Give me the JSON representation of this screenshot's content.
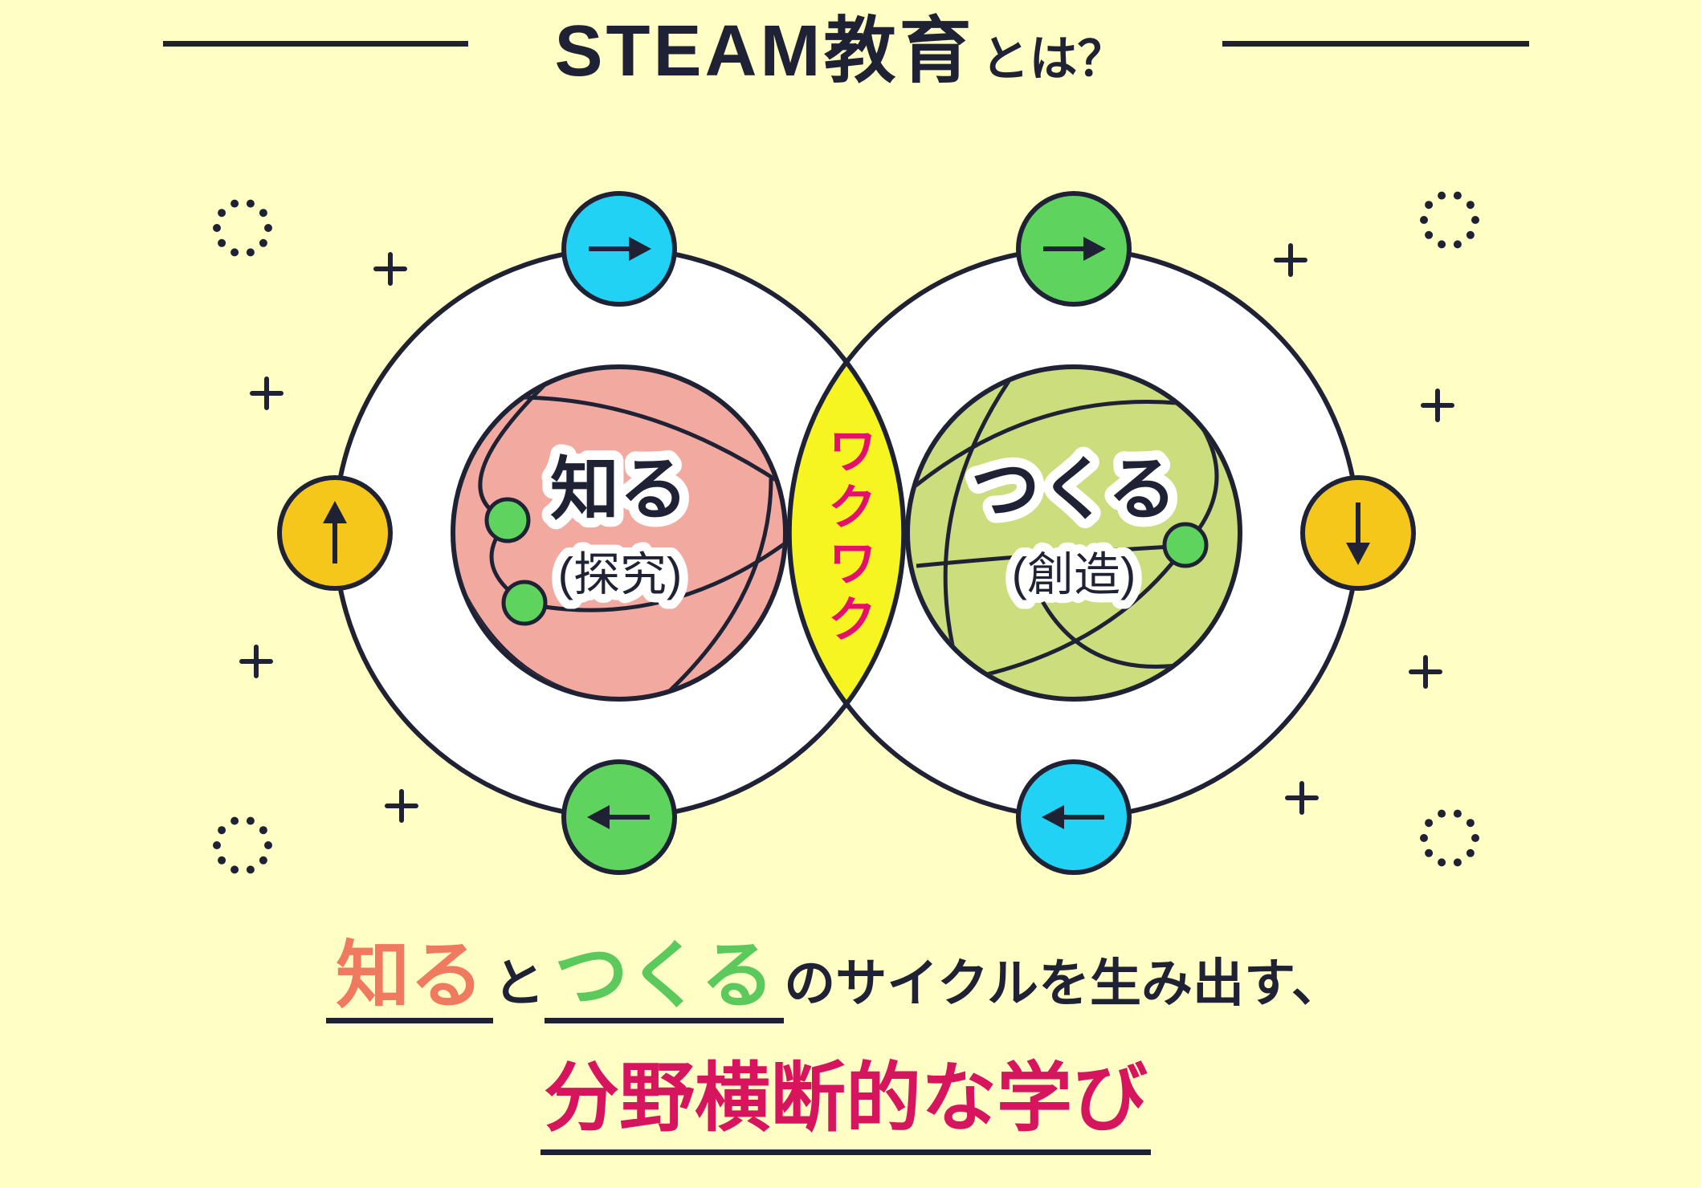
{
  "page": {
    "background": "#ffffc5"
  },
  "title": {
    "main": "STEAM教育",
    "suffix": "とは？"
  },
  "diagram": {
    "left": {
      "label": "知る",
      "sublabel": "(探究)",
      "color": "#f2aaa0"
    },
    "right": {
      "label": "つくる",
      "sublabel": "(創造)",
      "color": "#ccdd7e"
    },
    "overlap": {
      "label": "ワクワク",
      "color": "#f6f522",
      "text_color": "#e5106e"
    },
    "nodes": [
      {
        "icon": "arrow-right-icon",
        "color": "#22d2f5"
      },
      {
        "icon": "arrow-up-icon",
        "color": "#f6c71b"
      },
      {
        "icon": "arrow-left-icon",
        "color": "#5ed45e"
      },
      {
        "icon": "arrow-right-icon",
        "color": "#5ed45e"
      },
      {
        "icon": "arrow-down-icon",
        "color": "#f6c71b"
      },
      {
        "icon": "arrow-left-icon",
        "color": "#22d2f5"
      }
    ],
    "dot_color": "#5ed45e",
    "line_color": "#1f2235"
  },
  "tagline": {
    "part1": "知る",
    "part1_color": "#f07a5f",
    "part2": "と",
    "part3": "つくる",
    "part3_color": "#5cc95c",
    "part4": "のサイクルを生み出す、"
  },
  "headline": {
    "text": "分野横断的な学び",
    "color": "#d6155e"
  }
}
